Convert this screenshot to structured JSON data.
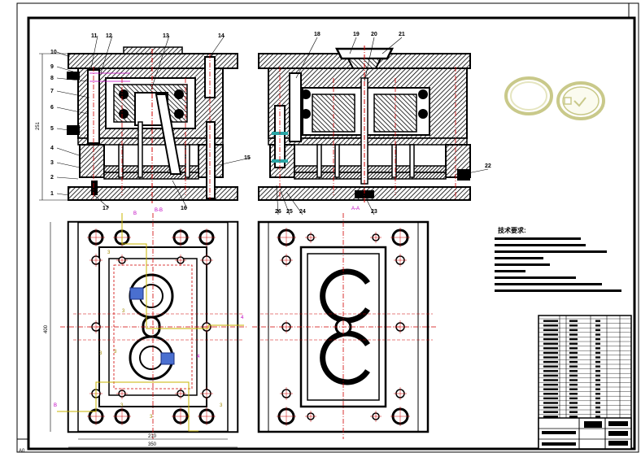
{
  "sheet": {
    "corner_mark": "A0"
  },
  "section_left": {
    "labels": [
      "1",
      "2",
      "3",
      "4",
      "5",
      "6",
      "7",
      "8",
      "9",
      "10",
      "11",
      "12",
      "13",
      "14",
      "15",
      "16",
      "17"
    ],
    "overall_dim": "251"
  },
  "section_right": {
    "labels": [
      "18",
      "19",
      "20",
      "21",
      "22",
      "23",
      "24",
      "25",
      "26"
    ],
    "bottom_mark": "A-A"
  },
  "plan_left": {
    "height_dim": "400",
    "width_inner_dim": "210",
    "width_outer_dim": "350",
    "section_marks": [
      "B",
      "B-B",
      "3",
      "3",
      "3",
      "3",
      "3",
      "3",
      "3",
      "4",
      "4",
      "B"
    ]
  },
  "tech_req": {
    "title": "技术要求:",
    "line_count": 9
  },
  "colors": {
    "line": "#000000",
    "centerline": "#d00000",
    "magenta": "#c000c0",
    "yellow": "#c8b400",
    "part_green": "#c9c98a",
    "blue_part": "#4a6fd0"
  }
}
